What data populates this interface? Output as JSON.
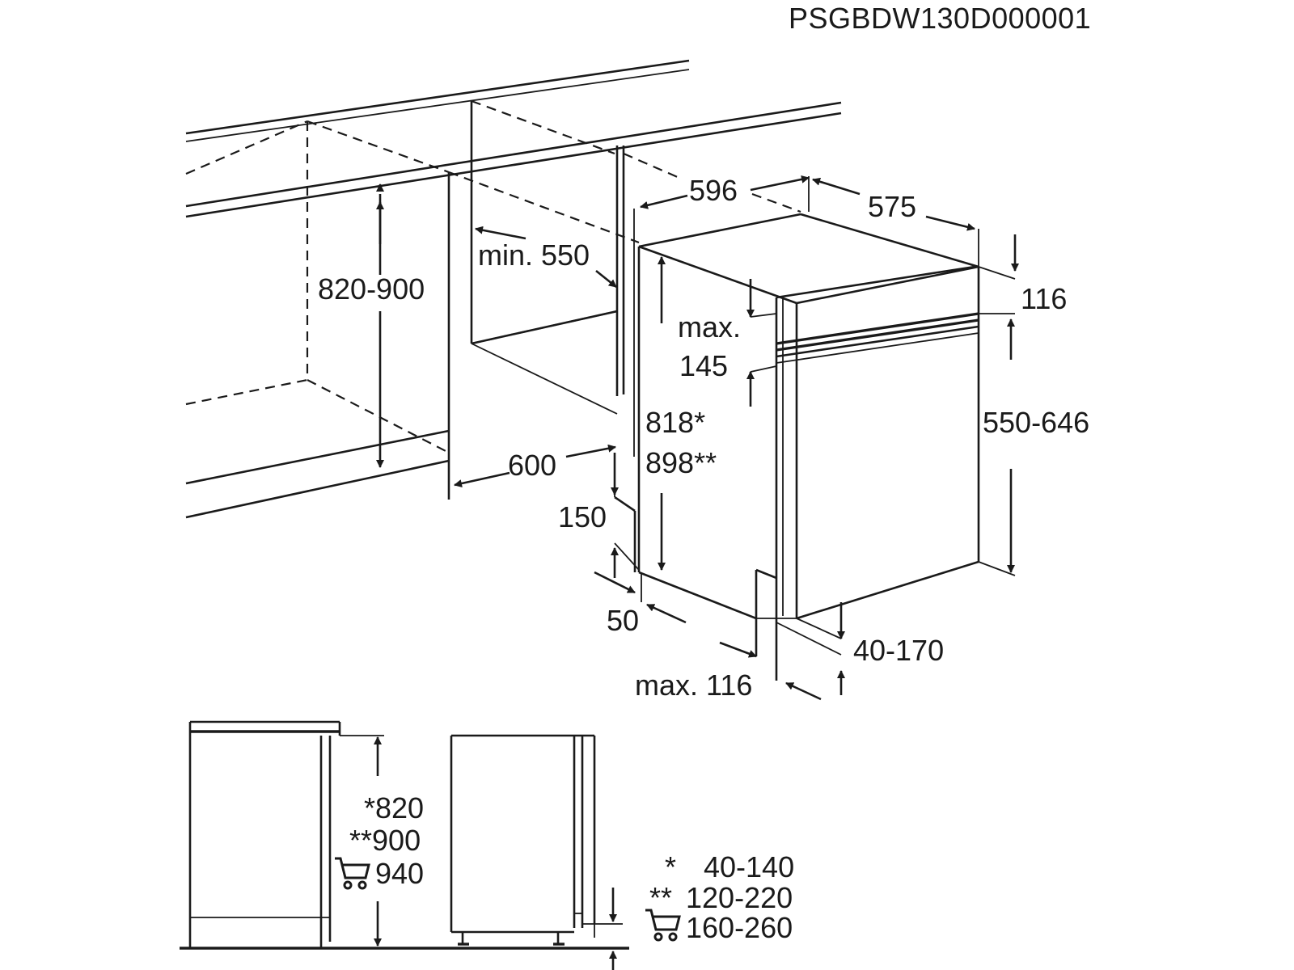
{
  "document_code": "PSGBDW130D000001",
  "dimensions": {
    "width": "596",
    "depth": "575",
    "panel_top": "116",
    "niche_height": "820-900",
    "niche_min_depth": "min. 550",
    "niche_width": "600",
    "max_label": "max.",
    "panel_gap_145": "145",
    "appliance_height_1": "818*",
    "appliance_height_2": "898**",
    "door_height": "550-646",
    "toe_150": "150",
    "toe_50": "50",
    "max_116": "max. 116",
    "plinth": "40-170"
  },
  "legend": {
    "left_heights": [
      {
        "marker": "*",
        "value": "820"
      },
      {
        "marker": "**",
        "value": "900"
      },
      {
        "marker": "cart-icon",
        "value": "940"
      }
    ],
    "right_plinth": [
      {
        "marker": "*",
        "value": "40-140"
      },
      {
        "marker": "**",
        "value": "120-220"
      },
      {
        "marker": "cart-icon",
        "value": "160-260"
      }
    ]
  }
}
